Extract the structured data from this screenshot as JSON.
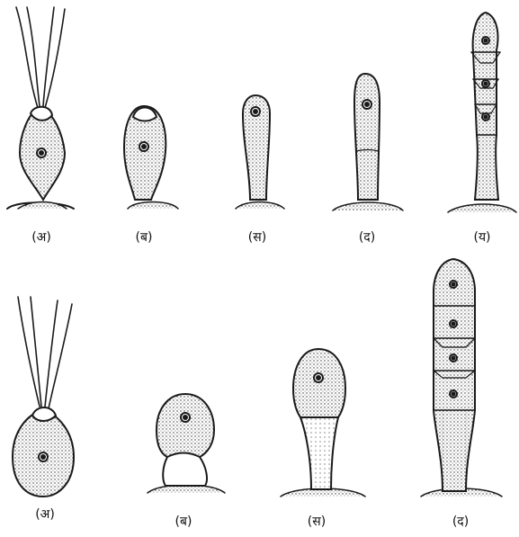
{
  "figure": {
    "row1": {
      "labels": [
        "(अ)",
        "(ब)",
        "(स)",
        "(द)",
        "(य)"
      ]
    },
    "row2": {
      "labels": [
        "(अ)",
        "(ब)",
        "(स)",
        "(द)"
      ]
    }
  },
  "colors": {
    "ink": "#1a1a1a",
    "fill": "#e6e6e6"
  }
}
